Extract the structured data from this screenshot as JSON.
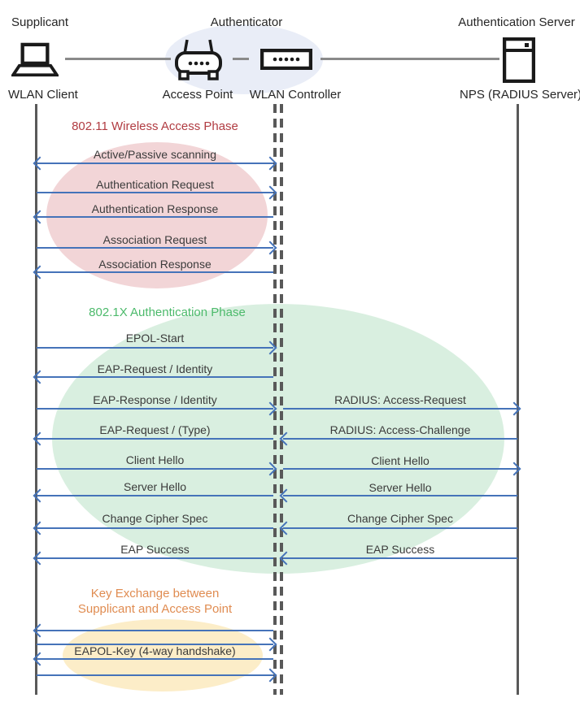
{
  "actors": [
    {
      "role": "Supplicant",
      "device": "WLAN Client"
    },
    {
      "role": "Authenticator",
      "devices": [
        "Access Point",
        "WLAN Controller"
      ]
    },
    {
      "role": "Authentication Server",
      "device": "NPS (RADIUS Server)"
    }
  ],
  "phases": [
    {
      "title": "802.11 Wireless Access Phase",
      "text_color": "#B13C42",
      "fill": "#F2D5D7"
    },
    {
      "title": "802.1X Authentication Phase",
      "text_color": "#4CBA6B",
      "fill": "#D9EFE0"
    },
    {
      "title_line1": "Key Exchange between",
      "title_line2": "Supplicant and Access Point",
      "text_color": "#E08C51",
      "fill": "#FCEDC8"
    }
  ],
  "messages": [
    {
      "label": "Active/Passive scanning",
      "from": "WLAN Client",
      "to": "WLAN Controller",
      "direction": "both"
    },
    {
      "label": "Authentication Request",
      "from": "WLAN Client",
      "to": "WLAN Controller",
      "direction": "right"
    },
    {
      "label": "Authentication Response",
      "from": "WLAN Controller",
      "to": "WLAN Client",
      "direction": "left"
    },
    {
      "label": "Association Request",
      "from": "WLAN Client",
      "to": "WLAN Controller",
      "direction": "right"
    },
    {
      "label": "Association Response",
      "from": "WLAN Controller",
      "to": "WLAN Client",
      "direction": "left"
    },
    {
      "label": "EPOL-Start",
      "from": "WLAN Client",
      "to": "WLAN Controller",
      "direction": "right"
    },
    {
      "label": "EAP-Request / Identity",
      "from": "WLAN Controller",
      "to": "WLAN Client",
      "direction": "left"
    },
    {
      "label": "EAP-Response / Identity",
      "from": "WLAN Client",
      "to": "WLAN Controller",
      "direction": "right"
    },
    {
      "label": "RADIUS: Access-Request",
      "from": "WLAN Controller",
      "to": "NPS (RADIUS Server)",
      "direction": "right"
    },
    {
      "label": "EAP-Request / (Type)",
      "from": "WLAN Controller",
      "to": "WLAN Client",
      "direction": "left"
    },
    {
      "label": "RADIUS: Access-Challenge",
      "from": "NPS (RADIUS Server)",
      "to": "WLAN Controller",
      "direction": "left"
    },
    {
      "label": "Client Hello",
      "from": "WLAN Client",
      "to": "WLAN Controller",
      "direction": "right"
    },
    {
      "label": "Client Hello",
      "from": "WLAN Controller",
      "to": "NPS (RADIUS Server)",
      "direction": "right"
    },
    {
      "label": "Server Hello",
      "from": "WLAN Controller",
      "to": "WLAN Client",
      "direction": "left"
    },
    {
      "label": "Server Hello",
      "from": "NPS (RADIUS Server)",
      "to": "WLAN Controller",
      "direction": "left"
    },
    {
      "label": "Change Cipher Spec",
      "from": "WLAN Controller",
      "to": "WLAN Client",
      "direction": "left"
    },
    {
      "label": "Change Cipher Spec",
      "from": "NPS (RADIUS Server)",
      "to": "WLAN Controller",
      "direction": "left"
    },
    {
      "label": "EAP Success",
      "from": "WLAN Controller",
      "to": "WLAN Client",
      "direction": "left"
    },
    {
      "label": "EAP Success",
      "from": "NPS (RADIUS Server)",
      "to": "WLAN Controller",
      "direction": "left"
    },
    {
      "label": "EAPOL-Key (4-way handshake)",
      "from": "WLAN Client",
      "to": "WLAN Controller",
      "direction": "both"
    }
  ],
  "colors": {
    "arrow": "#4573B9",
    "lifeline": "#595959",
    "message_text": "#3b3b3b",
    "actor_text": "#262626",
    "authenticator_halo": "#E9EDF7",
    "connector": "#8a8a8a"
  }
}
